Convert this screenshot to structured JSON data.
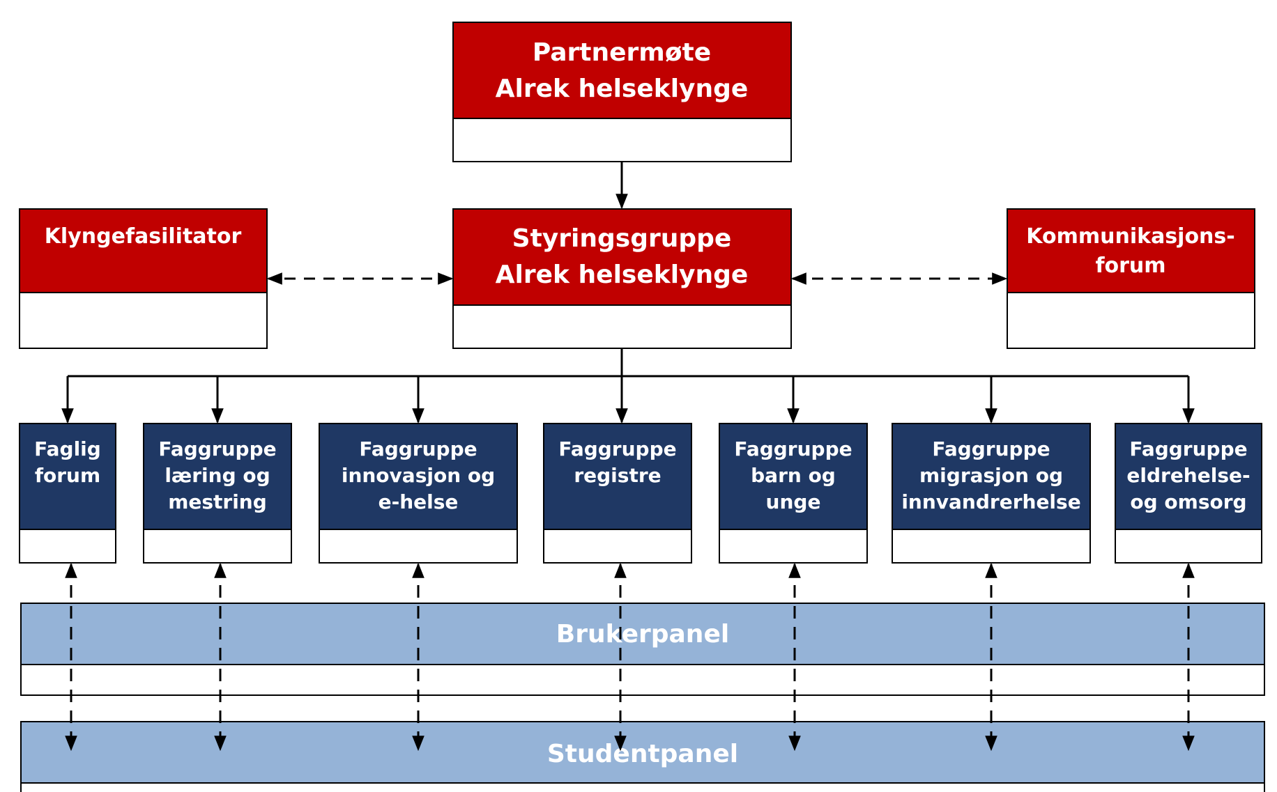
{
  "colors": {
    "red": "#C00000",
    "navy": "#1F3864",
    "panel": "#95B3D7",
    "line": "#000000",
    "white": "#FFFFFF"
  },
  "top": {
    "lines": [
      "Partnermøte",
      "Alrek helseklynge"
    ]
  },
  "left": {
    "lines": [
      "Klyngefasilitator"
    ]
  },
  "center": {
    "lines": [
      "Styringsgruppe",
      "Alrek helseklynge"
    ]
  },
  "right": {
    "lines": [
      "Kommunikasjons-",
      "forum"
    ]
  },
  "groups": [
    {
      "lines": [
        "Faglig",
        "forum"
      ]
    },
    {
      "lines": [
        "Faggruppe",
        "læring og",
        "mestring"
      ]
    },
    {
      "lines": [
        "Faggruppe",
        "innovasjon og",
        "e-helse"
      ]
    },
    {
      "lines": [
        "Faggruppe",
        "registre"
      ]
    },
    {
      "lines": [
        "Faggruppe",
        "barn og",
        "unge"
      ]
    },
    {
      "lines": [
        "Faggruppe",
        "migrasjon og",
        "innvandrerhelse"
      ]
    },
    {
      "lines": [
        "Faggruppe",
        "eldrehelse-",
        "og omsorg"
      ]
    }
  ],
  "panels": {
    "bruker": "Brukerpanel",
    "student": "Studentpanel"
  }
}
